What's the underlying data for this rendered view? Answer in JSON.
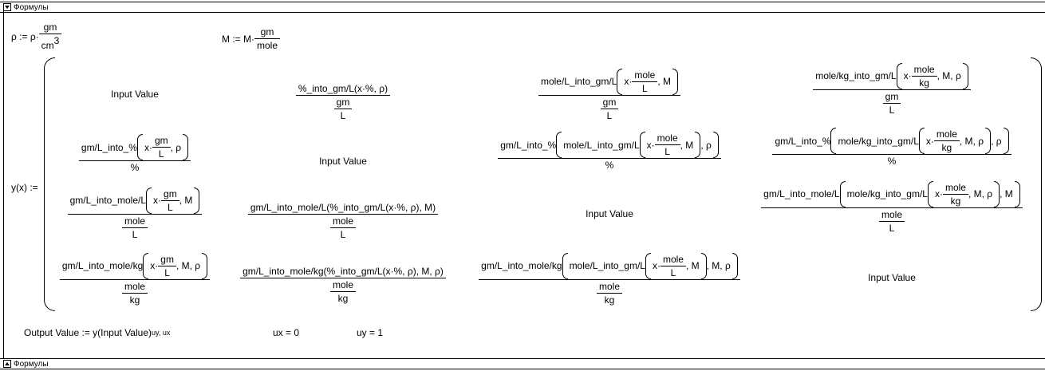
{
  "region": {
    "top_label": "Формулы",
    "bottom_label": "Формулы"
  },
  "defs": {
    "rho_lhs": "ρ := ρ·",
    "rho_num": "gm",
    "rho_den": "cm",
    "rho_den_exp": "3",
    "m_lhs": "M := M·",
    "m_num": "gm",
    "m_den": "mole"
  },
  "y": {
    "lhs": "y(x) :="
  },
  "matrix": {
    "input_value": "Input Value",
    "c1r1": "Input Value",
    "c1r2": {
      "fn": "gm/L_into_%",
      "x": "x·",
      "u_num": "gm",
      "u_den": "L",
      "tail": ", ρ",
      "den": "%"
    },
    "c1r3": {
      "fn": "gm/L_into_mole/L",
      "x": "x·",
      "u_num": "gm",
      "u_den": "L",
      "tail": ", M",
      "den_num": "mole",
      "den_den": "L"
    },
    "c1r4": {
      "fn": "gm/L_into_mole/kg",
      "x": "x·",
      "u_num": "gm",
      "u_den": "L",
      "tail": ", M, ρ",
      "den_num": "mole",
      "den_den": "kg"
    },
    "c2r1": {
      "num": "%_into_gm/L(x·%, ρ)",
      "den_num": "gm",
      "den_den": "L"
    },
    "c2r2": "Input Value",
    "c2r3": {
      "num": "gm/L_into_mole/L(%_into_gm/L(x·%, ρ), M)",
      "den_num": "mole",
      "den_den": "L"
    },
    "c2r4": {
      "num": "gm/L_into_mole/kg(%_into_gm/L(x·%, ρ), M, ρ)",
      "den_num": "mole",
      "den_den": "kg"
    },
    "c3r1": {
      "fn": "mole/L_into_gm/L",
      "x": "x·",
      "u_num": "mole",
      "u_den": "L",
      "tail": ", M",
      "den_num": "gm",
      "den_den": "L"
    },
    "c3r2": {
      "outer": "gm/L_into_%",
      "inner": "mole/L_into_gm/L",
      "x": "x·",
      "u_num": "mole",
      "u_den": "L",
      "inner_tail": ", M",
      "outer_tail": ", ρ",
      "den": "%"
    },
    "c3r3": "Input Value",
    "c3r4": {
      "outer": "gm/L_into_mole/kg",
      "inner": "mole/L_into_gm/L",
      "x": "x·",
      "u_num": "mole",
      "u_den": "L",
      "inner_tail": ", M",
      "outer_tail": ", M, ρ",
      "den_num": "mole",
      "den_den": "kg"
    },
    "c4r1": {
      "fn": "mole/kg_into_gm/L",
      "x": "x·",
      "u_num": "mole",
      "u_den": "kg",
      "tail": ", M, ρ",
      "den_num": "gm",
      "den_den": "L"
    },
    "c4r2": {
      "outer": "gm/L_into_%",
      "inner": "mole/kg_into_gm/L",
      "x": "x·",
      "u_num": "mole",
      "u_den": "kg",
      "inner_tail": ", M, ρ",
      "outer_tail": ", ρ",
      "den": "%"
    },
    "c4r3": {
      "outer": "gm/L_into_mole/L",
      "inner": "mole/kg_into_gm/L",
      "x": "x·",
      "u_num": "mole",
      "u_den": "kg",
      "inner_tail": ", M, ρ",
      "outer_tail": ", M",
      "den_num": "mole",
      "den_den": "L"
    },
    "c4r4": "Input Value"
  },
  "output": {
    "lhs": "Output Value := y(Input Value)",
    "subscript": "uy, ux",
    "ux": "ux = 0",
    "uy": "uy = 1"
  }
}
